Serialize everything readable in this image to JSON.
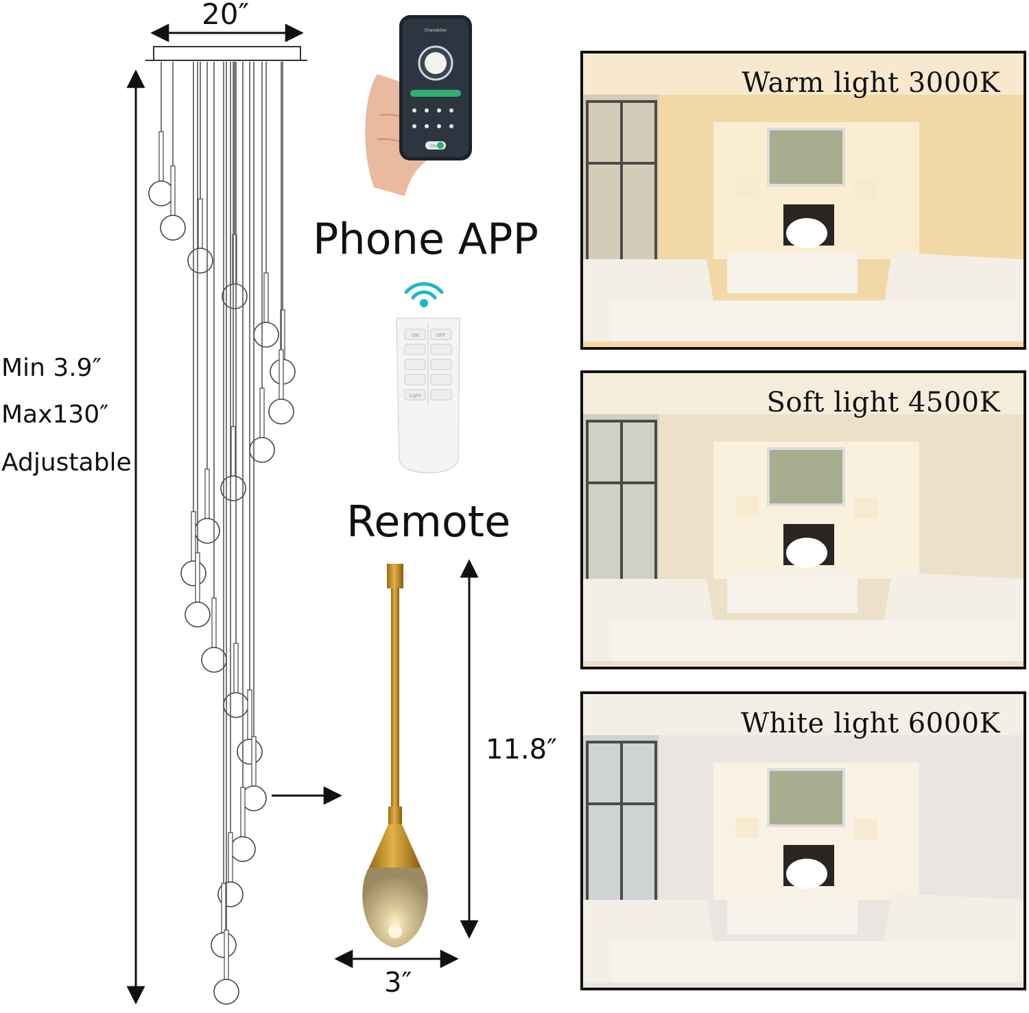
{
  "dimensions": {
    "width_label": "20″",
    "height_min": "Min 3.9″",
    "height_max": "Max130″",
    "height_note": "Adjustable",
    "pendant_height": "11.8″",
    "pendant_width": "3″"
  },
  "controls": {
    "phone_label": "Phone APP",
    "remote_label": "Remote",
    "phone_screen_title": "Chandelier",
    "phone_toggle": "ON",
    "remote_buttons": [
      "ON",
      "OFF",
      "",
      "",
      "",
      "",
      "",
      "",
      "Light",
      ""
    ]
  },
  "panels": [
    {
      "title": "Warm light 3000K",
      "tint": "#f2d8a6"
    },
    {
      "title": "Soft light 4500K",
      "tint": "#ece0c8"
    },
    {
      "title": "White light 6000K",
      "tint": "#e9e6e2"
    }
  ]
}
